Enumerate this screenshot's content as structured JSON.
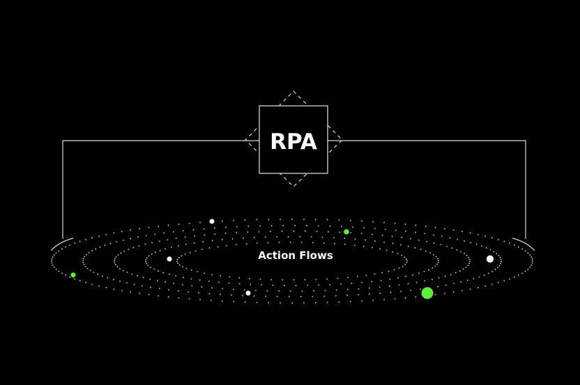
{
  "diagram": {
    "box_label": "RPA",
    "platform_label": "Action Flows"
  },
  "colors": {
    "background": "#000000",
    "line": "#d9d9d9",
    "dot_grid": "#bdbdbd",
    "node_white": "#ffffff",
    "node_green": "#5cf03c"
  },
  "nodes": [
    {
      "name": "node-white-top",
      "color": "white"
    },
    {
      "name": "node-green-top-right",
      "color": "green"
    },
    {
      "name": "node-white-left",
      "color": "white"
    },
    {
      "name": "node-white-right",
      "color": "white"
    },
    {
      "name": "node-green-left",
      "color": "green"
    },
    {
      "name": "node-white-bottom",
      "color": "white"
    },
    {
      "name": "node-green-bottom-large",
      "color": "green"
    }
  ]
}
